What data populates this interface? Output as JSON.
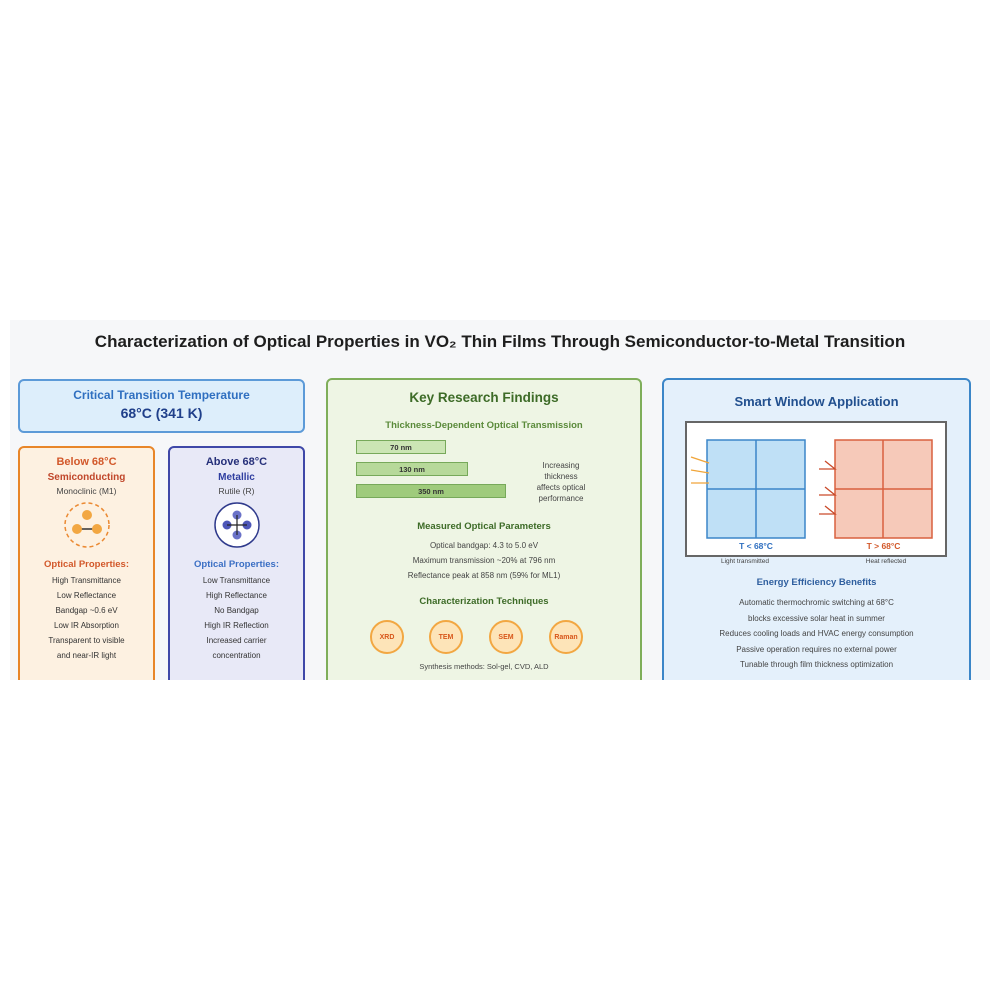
{
  "title": "Characterization of Optical Properties in VO₂ Thin Films Through Semiconductor-to-Metal Transition",
  "critical": {
    "label": "Critical Transition Temperature",
    "value": "68°C (341 K)"
  },
  "below": {
    "heading": "Below 68°C",
    "state": "Semiconducting",
    "phase": "Monoclinic (M1)",
    "props_title": "Optical Properties:",
    "props": [
      "High Transmittance",
      "Low Reflectance",
      "Bandgap ~0.6 eV",
      "Low IR Absorption",
      "Transparent to visible",
      "and near-IR light"
    ]
  },
  "above": {
    "heading": "Above 68°C",
    "state": "Metallic",
    "phase": "Rutile (R)",
    "props_title": "Optical Properties:",
    "props": [
      "Low Transmittance",
      "High Reflectance",
      "No Bandgap",
      "High IR Reflection",
      "Increased carrier",
      "concentration"
    ]
  },
  "findings": {
    "title": "Key Research Findings",
    "thickness_title": "Thickness-Dependent Optical Transmission",
    "thickness": [
      {
        "label": "70 nm",
        "value": 70
      },
      {
        "label": "130 nm",
        "value": 130
      },
      {
        "label": "350 nm",
        "value": 350
      }
    ],
    "thickness_note": [
      "Increasing",
      "thickness",
      "affects optical",
      "performance"
    ],
    "params_title": "Measured Optical Parameters",
    "params": [
      "Optical bandgap: 4.3 to 5.0 eV",
      "Maximum transmission ~20% at 796 nm",
      "Reflectance peak at 858 nm (59% for ML1)"
    ],
    "tech_title": "Characterization Techniques",
    "techniques": [
      "XRD",
      "TEM",
      "SEM",
      "Raman"
    ],
    "synthesis": "Synthesis methods: Sol-gel, CVD, ALD"
  },
  "window": {
    "title": "Smart Window Application",
    "cold_label": "T < 68°C",
    "cold_caption": "Light transmitted",
    "hot_label": "T > 68°C",
    "hot_caption": "Heat reflected",
    "benefits_title": "Energy Efficiency Benefits",
    "benefits": [
      "Automatic thermochromic switching at 68°C",
      "blocks excessive solar heat in summer",
      "Reduces cooling loads and HVAC energy consumption",
      "Passive operation requires no external power",
      "Tunable through film thickness optimization"
    ]
  },
  "colors": {
    "orange": "#e8862a",
    "navy": "#3f48a8",
    "green": "#7fae5a",
    "blue": "#3b86c8",
    "red": "#d9603f"
  }
}
